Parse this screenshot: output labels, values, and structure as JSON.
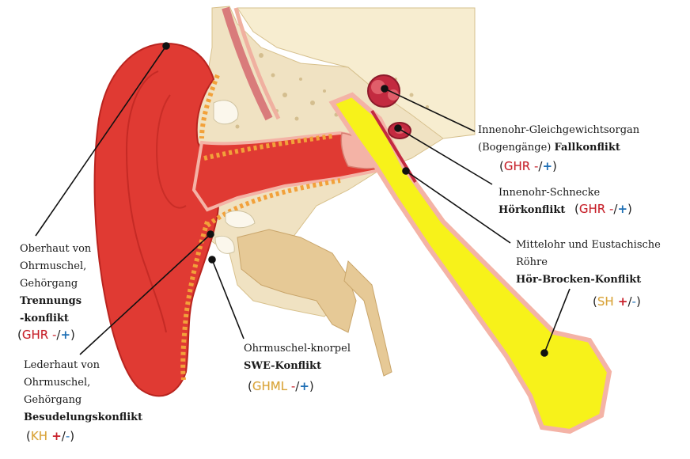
{
  "labels": {
    "innenohr_gleichgewicht": {
      "line1": "Innenohr-Gleichgewichtsorgan",
      "line2_plain": "(Bogengänge) ",
      "line2_bold": "Fallkonflikt",
      "code": "GHR",
      "code_rest_minus": " -",
      "code_slash": "/",
      "code_plus": "+"
    },
    "innenohr_schnecke": {
      "line1": "Innenohr-Schnecke",
      "line2_bold": "Hörkonflikt",
      "code": "GHR",
      "code_rest_minus": " -",
      "code_slash": "/",
      "code_plus": "+"
    },
    "mittelohr": {
      "line1": "Mittelohr und Eustachische",
      "line2": "Röhre",
      "line3_bold": "Hör-Brocken-Konflikt",
      "code": "SH",
      "code_plus": " +",
      "code_slash": "/",
      "code_minus": "-"
    },
    "oberhaut": {
      "line1": "Oberhaut von",
      "line2": "Ohrmuschel,",
      "line3": "Gehörgang",
      "line4_bold": "Trennungs",
      "line5_bold": "-konflikt",
      "code": "GHR",
      "code_rest_minus": " -",
      "code_slash": "/",
      "code_plus": "+"
    },
    "knorpel": {
      "line1": "Ohrmuschel-knorpel",
      "line2_bold": "SWE-Konflikt",
      "code": "GHML",
      "code_rest_minus": " -",
      "code_slash": "/",
      "code_plus": "+"
    },
    "lederhaut": {
      "line1": "Lederhaut von",
      "line2": "Ohrmuschel,",
      "line3": "Gehörgang",
      "line4_bold": "Besudelungskonflikt",
      "code": "KH",
      "code_plus": " +",
      "code_slash": "/",
      "code_minus": "-"
    }
  },
  "colors": {
    "auricle_red": "#e03a33",
    "skin_pink": "#f4b3a6",
    "cartilage_orange": "#f2a13a",
    "bone_beige": "#f4e7c5",
    "tube_yellow": "#f7f21a",
    "tissue_tan": "#e9cfa4",
    "inner_ear": "#c32a40"
  }
}
